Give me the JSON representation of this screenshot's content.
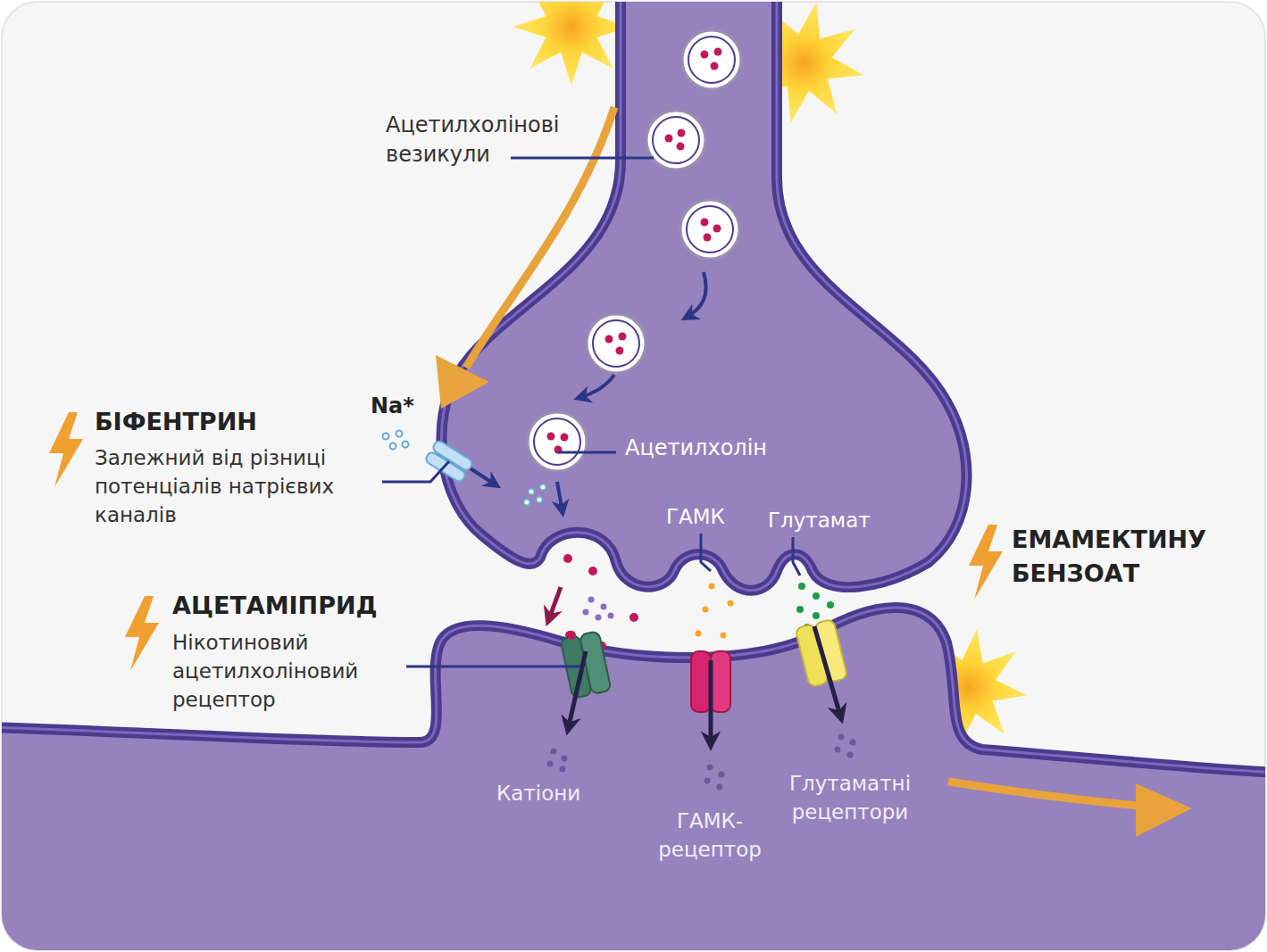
{
  "diagram": {
    "labels": [
      "Ацетилхолінові везикули",
      "Na*",
      "БІФЕНТРИН",
      "Залежний від різниці потенціалів натрієвих каналів",
      "Ацетилхолін",
      "ГАМК",
      "Глутамат",
      "ЕМАМЕКТИНУ БЕНЗОАТ",
      "АЦЕТАМІПРИД",
      "Нікотиновий ацетилхоліновий рецептор",
      "Катіони",
      "ГАМК- рецептор",
      "Глутаматні рецептори"
    ]
  }
}
